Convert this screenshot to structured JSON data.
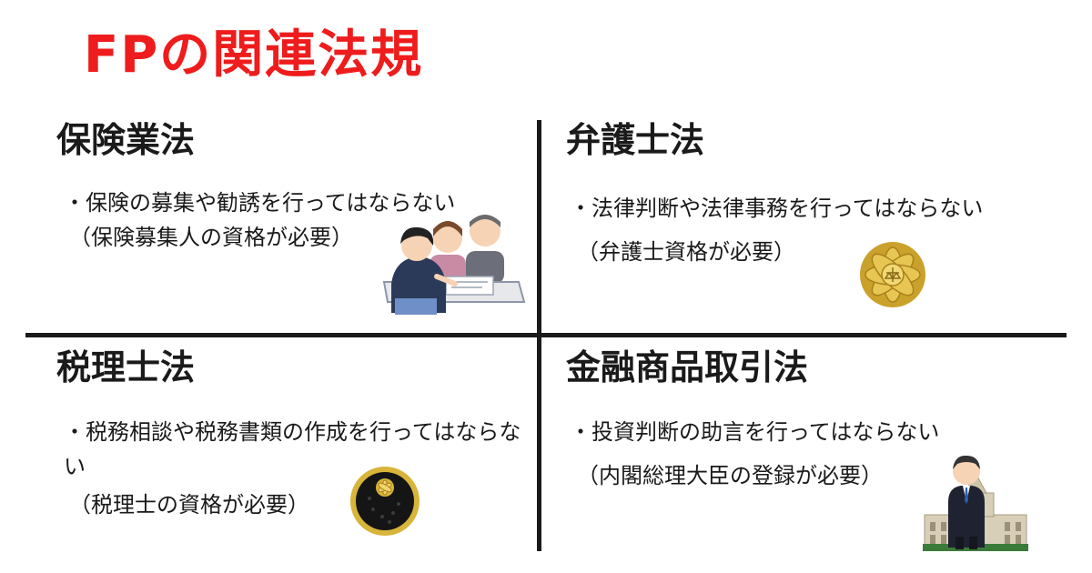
{
  "title": "FPの関連法規",
  "quadrants": [
    {
      "heading": "保険業法",
      "line1": "・保険の募集や勧誘を行ってはならない",
      "line2": "（保険募集人の資格が必要）",
      "icon": "insurance-consultation-illustration"
    },
    {
      "heading": "弁護士法",
      "line1": "・法律判断や法律事務を行ってはならない",
      "line2": "（弁護士資格が必要）",
      "icon": "lawyer-badge-icon"
    },
    {
      "heading": "税理士法",
      "line1": "・税務相談や税務書類の作成を行ってはならない",
      "line2": "（税理士の資格が必要）",
      "icon": "tax-accountant-badge-icon"
    },
    {
      "heading": "金融商品取引法",
      "line1": "・投資判断の助言を行ってはならない",
      "line2": "（内閣総理大臣の登録が必要）",
      "icon": "politician-diet-building-illustration"
    }
  ],
  "colors": {
    "title": "#ee1c1c",
    "text": "#1a1a1a",
    "gold": "#d8b43a"
  }
}
